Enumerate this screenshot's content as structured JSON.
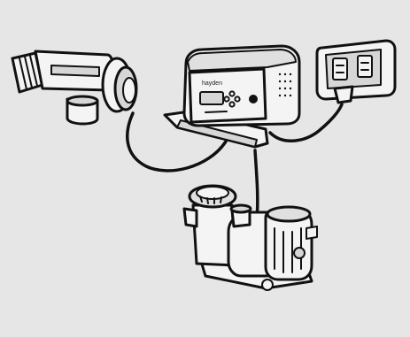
{
  "illustration": {
    "brand_text": "hayden",
    "colors": {
      "background": "#e6e6e6",
      "outline": "#111111",
      "body": "#f4f4f4",
      "panel": "#d6d6d6",
      "shadow": "#bdbdbd"
    },
    "components": [
      "salt-cell",
      "control-unit",
      "outlet-box",
      "pool-pump"
    ]
  }
}
